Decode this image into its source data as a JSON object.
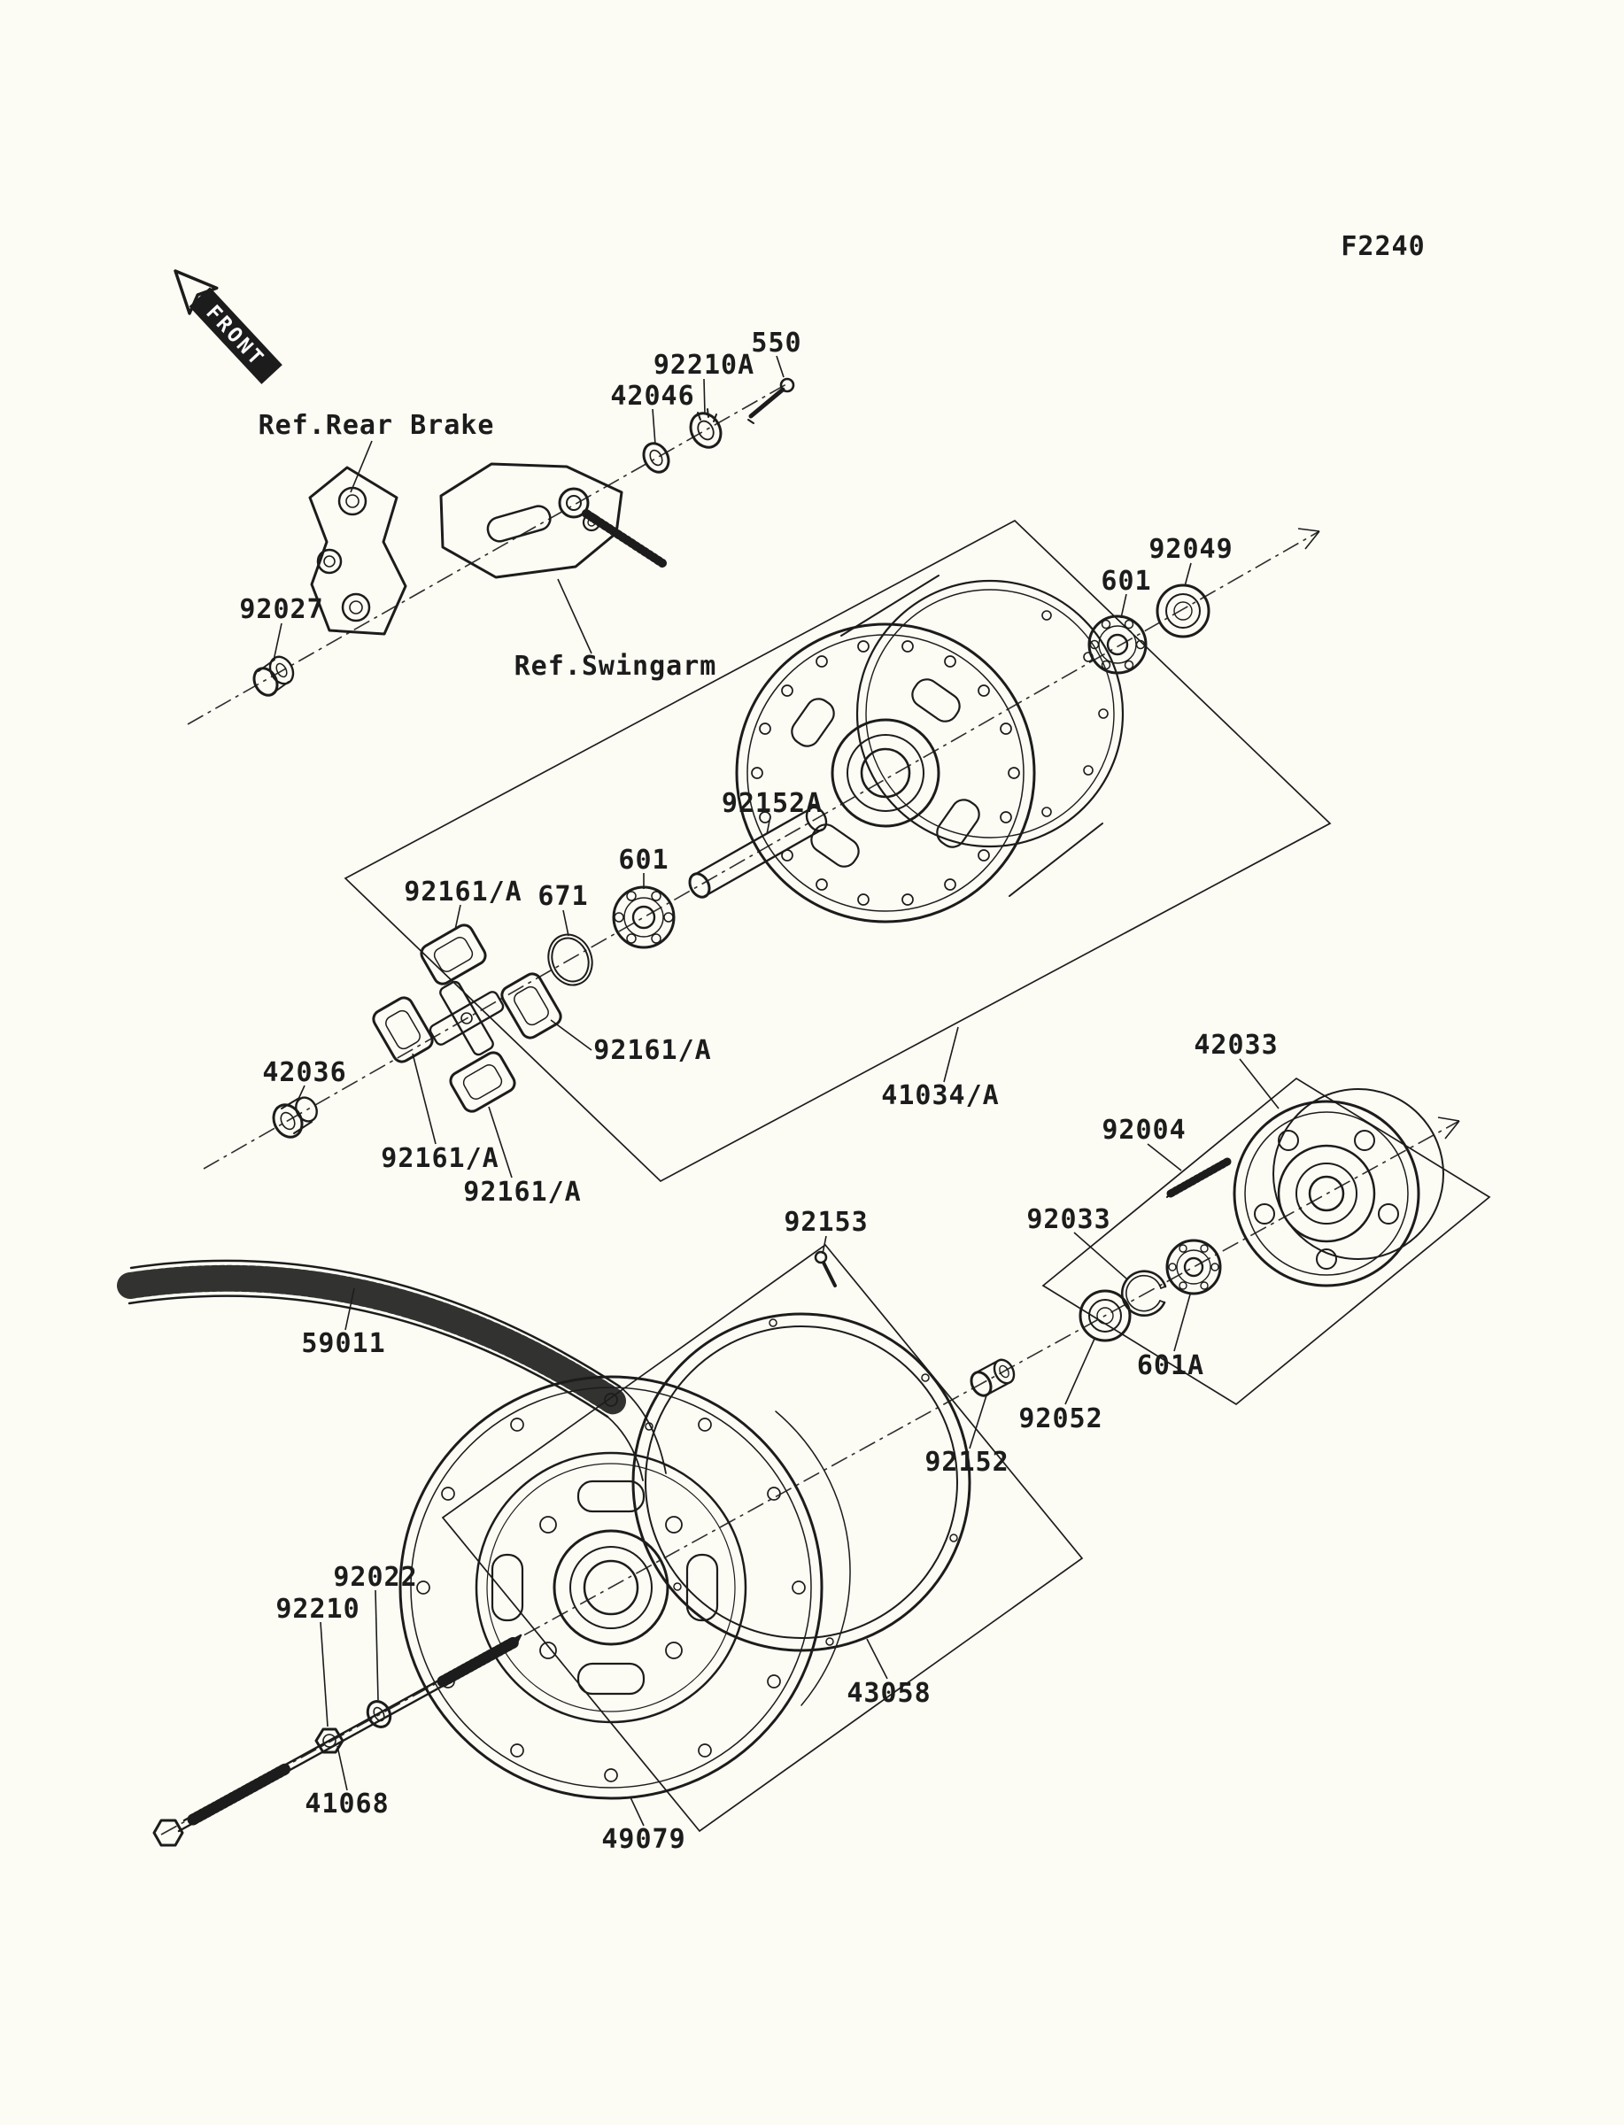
{
  "page": {
    "code": "F2240",
    "front_label": "FRONT",
    "paper_color": "#fcfbf4",
    "ink_color": "#1c1c1c"
  },
  "parts": {
    "ref_rear_brake": "Ref.Rear Brake",
    "ref_swingarm": "Ref.Swingarm",
    "washer_42046": "42046",
    "nut_92210a": "92210A",
    "pin_550": "550",
    "seal_92049": "92049",
    "bearing_601_right": "601",
    "collar_92027": "92027",
    "spacer_92152a": "92152A",
    "bearing_601_left": "601",
    "damper_1": "92161/A",
    "damper_2": "92161/A",
    "damper_3": "92161/A",
    "damper_4": "92161/A",
    "oring_671": "671",
    "hub_41034": "41034/A",
    "coupling_42033": "42033",
    "collar_42036": "42036",
    "stud_92004": "92004",
    "screw_92153": "92153",
    "circlip_92033": "92033",
    "belt_59011": "59011",
    "bearing_601a": "601A",
    "seal_92052": "92052",
    "spacer_92152": "92152",
    "washer_92022": "92022",
    "nut_92210": "92210",
    "ring_43058": "43058",
    "axle_41068": "41068",
    "pulley_49079": "49079"
  }
}
